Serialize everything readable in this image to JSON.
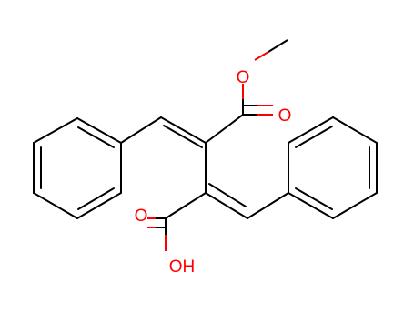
{
  "molecule": {
    "atom_labels": {
      "ester_carbonyl_oxygen": "O",
      "ester_ether_oxygen": "O",
      "acid_carbonyl_oxygen": "O",
      "hydroxyl": "OH"
    },
    "colors": {
      "bond": "#000000",
      "heteroatom": "#ff0000",
      "background": "#ffffff"
    }
  }
}
